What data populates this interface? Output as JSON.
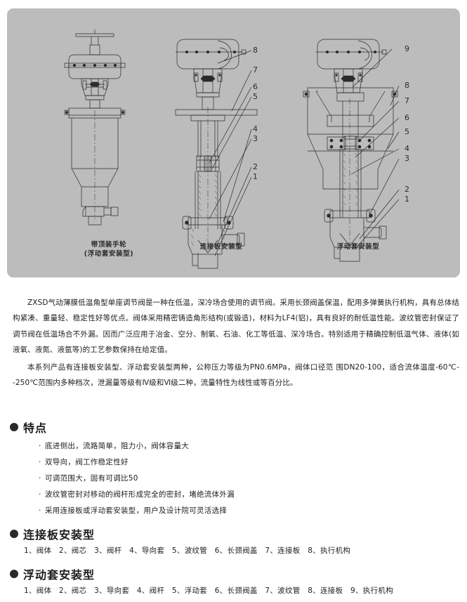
{
  "diagram": {
    "panel_bg": "#bcbcbc",
    "line_color": "#2b2b2b",
    "figures": [
      {
        "id": "fig-handwheel",
        "caption_line_1": "带顶装手轮",
        "caption_line_2": "(浮动套安装型)",
        "callouts": []
      },
      {
        "id": "fig-connecting-plate",
        "caption_line_1": "连接板安装型",
        "caption_line_2": "",
        "callouts": [
          "8",
          "7",
          "6",
          "5",
          "4",
          "3",
          "2",
          "1"
        ]
      },
      {
        "id": "fig-floating-sleeve",
        "caption_line_1": "浮动套安装型",
        "caption_line_2": "",
        "callouts": [
          "9",
          "8",
          "7",
          "6",
          "5",
          "4",
          "3",
          "2",
          "1"
        ]
      }
    ]
  },
  "body": {
    "paragraphs": [
      "ZXSD气动薄膜低温角型单座调节阀是一种在低温，深冷场合使用的调节阀。采用长颈阀盖保温，配用多弹簧执行机构，具有总体结构紧凑、重量轻、稳定性好等优点。阀体采用精密铸造角形结构(或锻造)，材料为LF4(铝)，具有良好的耐低温性能。波纹管密封保证了调节阀在低温场合不外漏。因而广泛应用于冶金、空分、制氧、石油、化工等低温、深冷场合。特别适用于精确控制低温气体、液体(如液氧、液氮、液氩等)的工艺参数保持在给定值。",
      "本系列产品有连接板安装型、浮动套安装型两种，公称压力等级为PN0.6MPa，阀体口径范 围DN20-100，适合流体温度-60℃--250℃范围内多种档次，泄漏量等级有Ⅳ级和Ⅵ级二种，流量特性为线性或等百分比。"
    ]
  },
  "sections": {
    "features": {
      "heading": "特点",
      "items": [
        "底进侧出，流路简单，阻力小，阀体容量大",
        "双导向，阀工作稳定性好",
        "可调范围大，固有可调比50",
        "波纹管密封对移动的阀杆形成完全的密封，堵绝流体外漏",
        "采用连接板或浮动套安装型，用户及设计院可灵活选择"
      ]
    },
    "connecting_plate": {
      "heading": "连接板安装型",
      "parts": [
        "1、阀体",
        "2、阀芯",
        "3、阀杆",
        "4、导向套",
        "5、波纹管",
        "6、长颈阀盖",
        "7、连接板",
        "8、执行机构"
      ]
    },
    "floating_sleeve": {
      "heading": "浮动套安装型",
      "parts": [
        "1、阀体",
        "2、阀芯",
        "3、导向套",
        "4、阀杆",
        "5、浮动套",
        "6、长颈阀盖",
        "7、波纹管",
        "8、连接板",
        "9、执行机构"
      ]
    }
  }
}
